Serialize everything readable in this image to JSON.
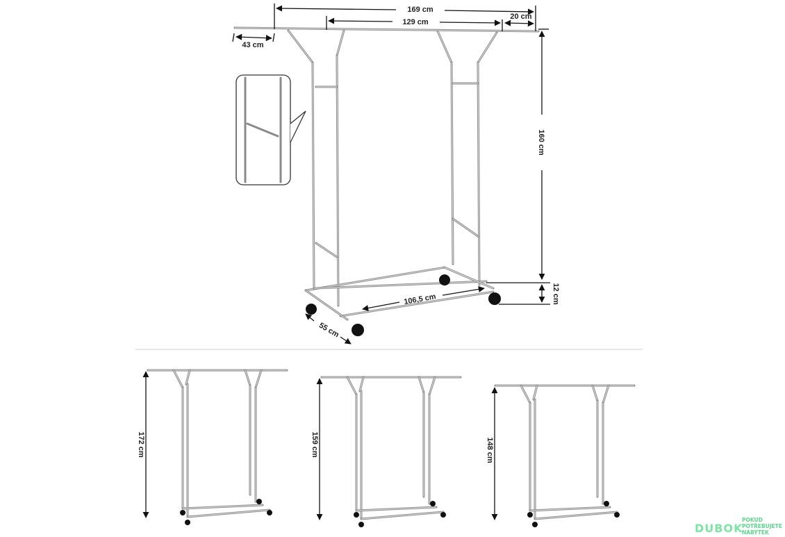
{
  "main_rack": {
    "dims": {
      "total_width": "169 cm",
      "extension": "20 cm",
      "frame_width": "129 cm",
      "left_extension": "43 cm",
      "height": "160 cm",
      "base_height": "12 cm",
      "base_length": "106,5 cm",
      "depth": "55 cm"
    }
  },
  "height_variants": [
    {
      "label": "172 cm"
    },
    {
      "label": "159 cm"
    },
    {
      "label": "148 cm"
    }
  ],
  "watermark": {
    "brand": "DUBOK",
    "tagline": "POKUD POTŘEBUJETE NÁBYTEK"
  },
  "colors": {
    "pipe": "#8a8a8a",
    "dimension": "#111111",
    "watermark": "#7fe3a6"
  }
}
